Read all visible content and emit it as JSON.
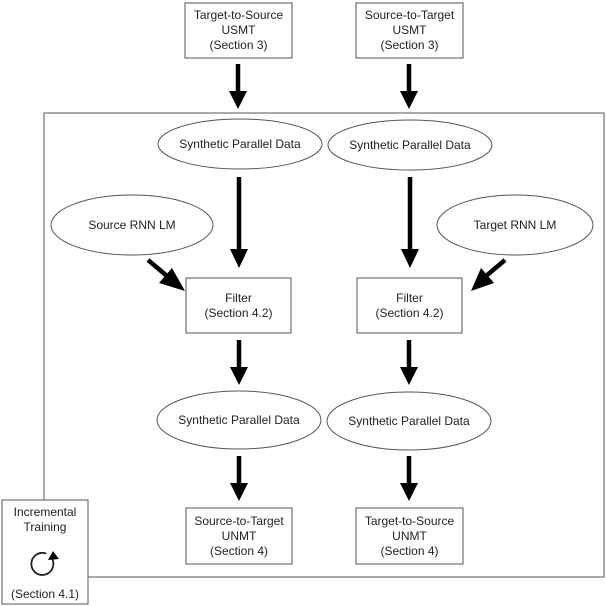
{
  "nodes": {
    "target_to_source_usmt": [
      "Target-to-Source",
      "USMT",
      "(Section 3)"
    ],
    "source_to_target_usmt": [
      "Source-to-Target",
      "USMT",
      "(Section 3)"
    ],
    "synthetic_data_left_top": [
      "Synthetic Parallel Data"
    ],
    "synthetic_data_right_top": [
      "Synthetic Parallel Data"
    ],
    "source_rnn_lm": [
      "Source RNN LM"
    ],
    "target_rnn_lm": [
      "Target RNN LM"
    ],
    "filter_left": [
      "Filter",
      "(Section 4.2)"
    ],
    "filter_right": [
      "Filter",
      "(Section 4.2)"
    ],
    "synthetic_data_left_bottom": [
      "Synthetic Parallel Data"
    ],
    "synthetic_data_right_bottom": [
      "Synthetic Parallel Data"
    ],
    "source_to_target_unmt": [
      "Source-to-Target",
      "UNMT",
      "(Section 4)"
    ],
    "target_to_source_unmt": [
      "Target-to-Source",
      "UNMT",
      "(Section 4)"
    ],
    "incremental_training": [
      "Incremental",
      "Training",
      "(Section 4.1)"
    ]
  },
  "icons": {
    "incremental_training": "circular-arrow-icon"
  },
  "colors": {
    "arrow": "#000000",
    "outline": "#555555",
    "text": "#222222"
  }
}
